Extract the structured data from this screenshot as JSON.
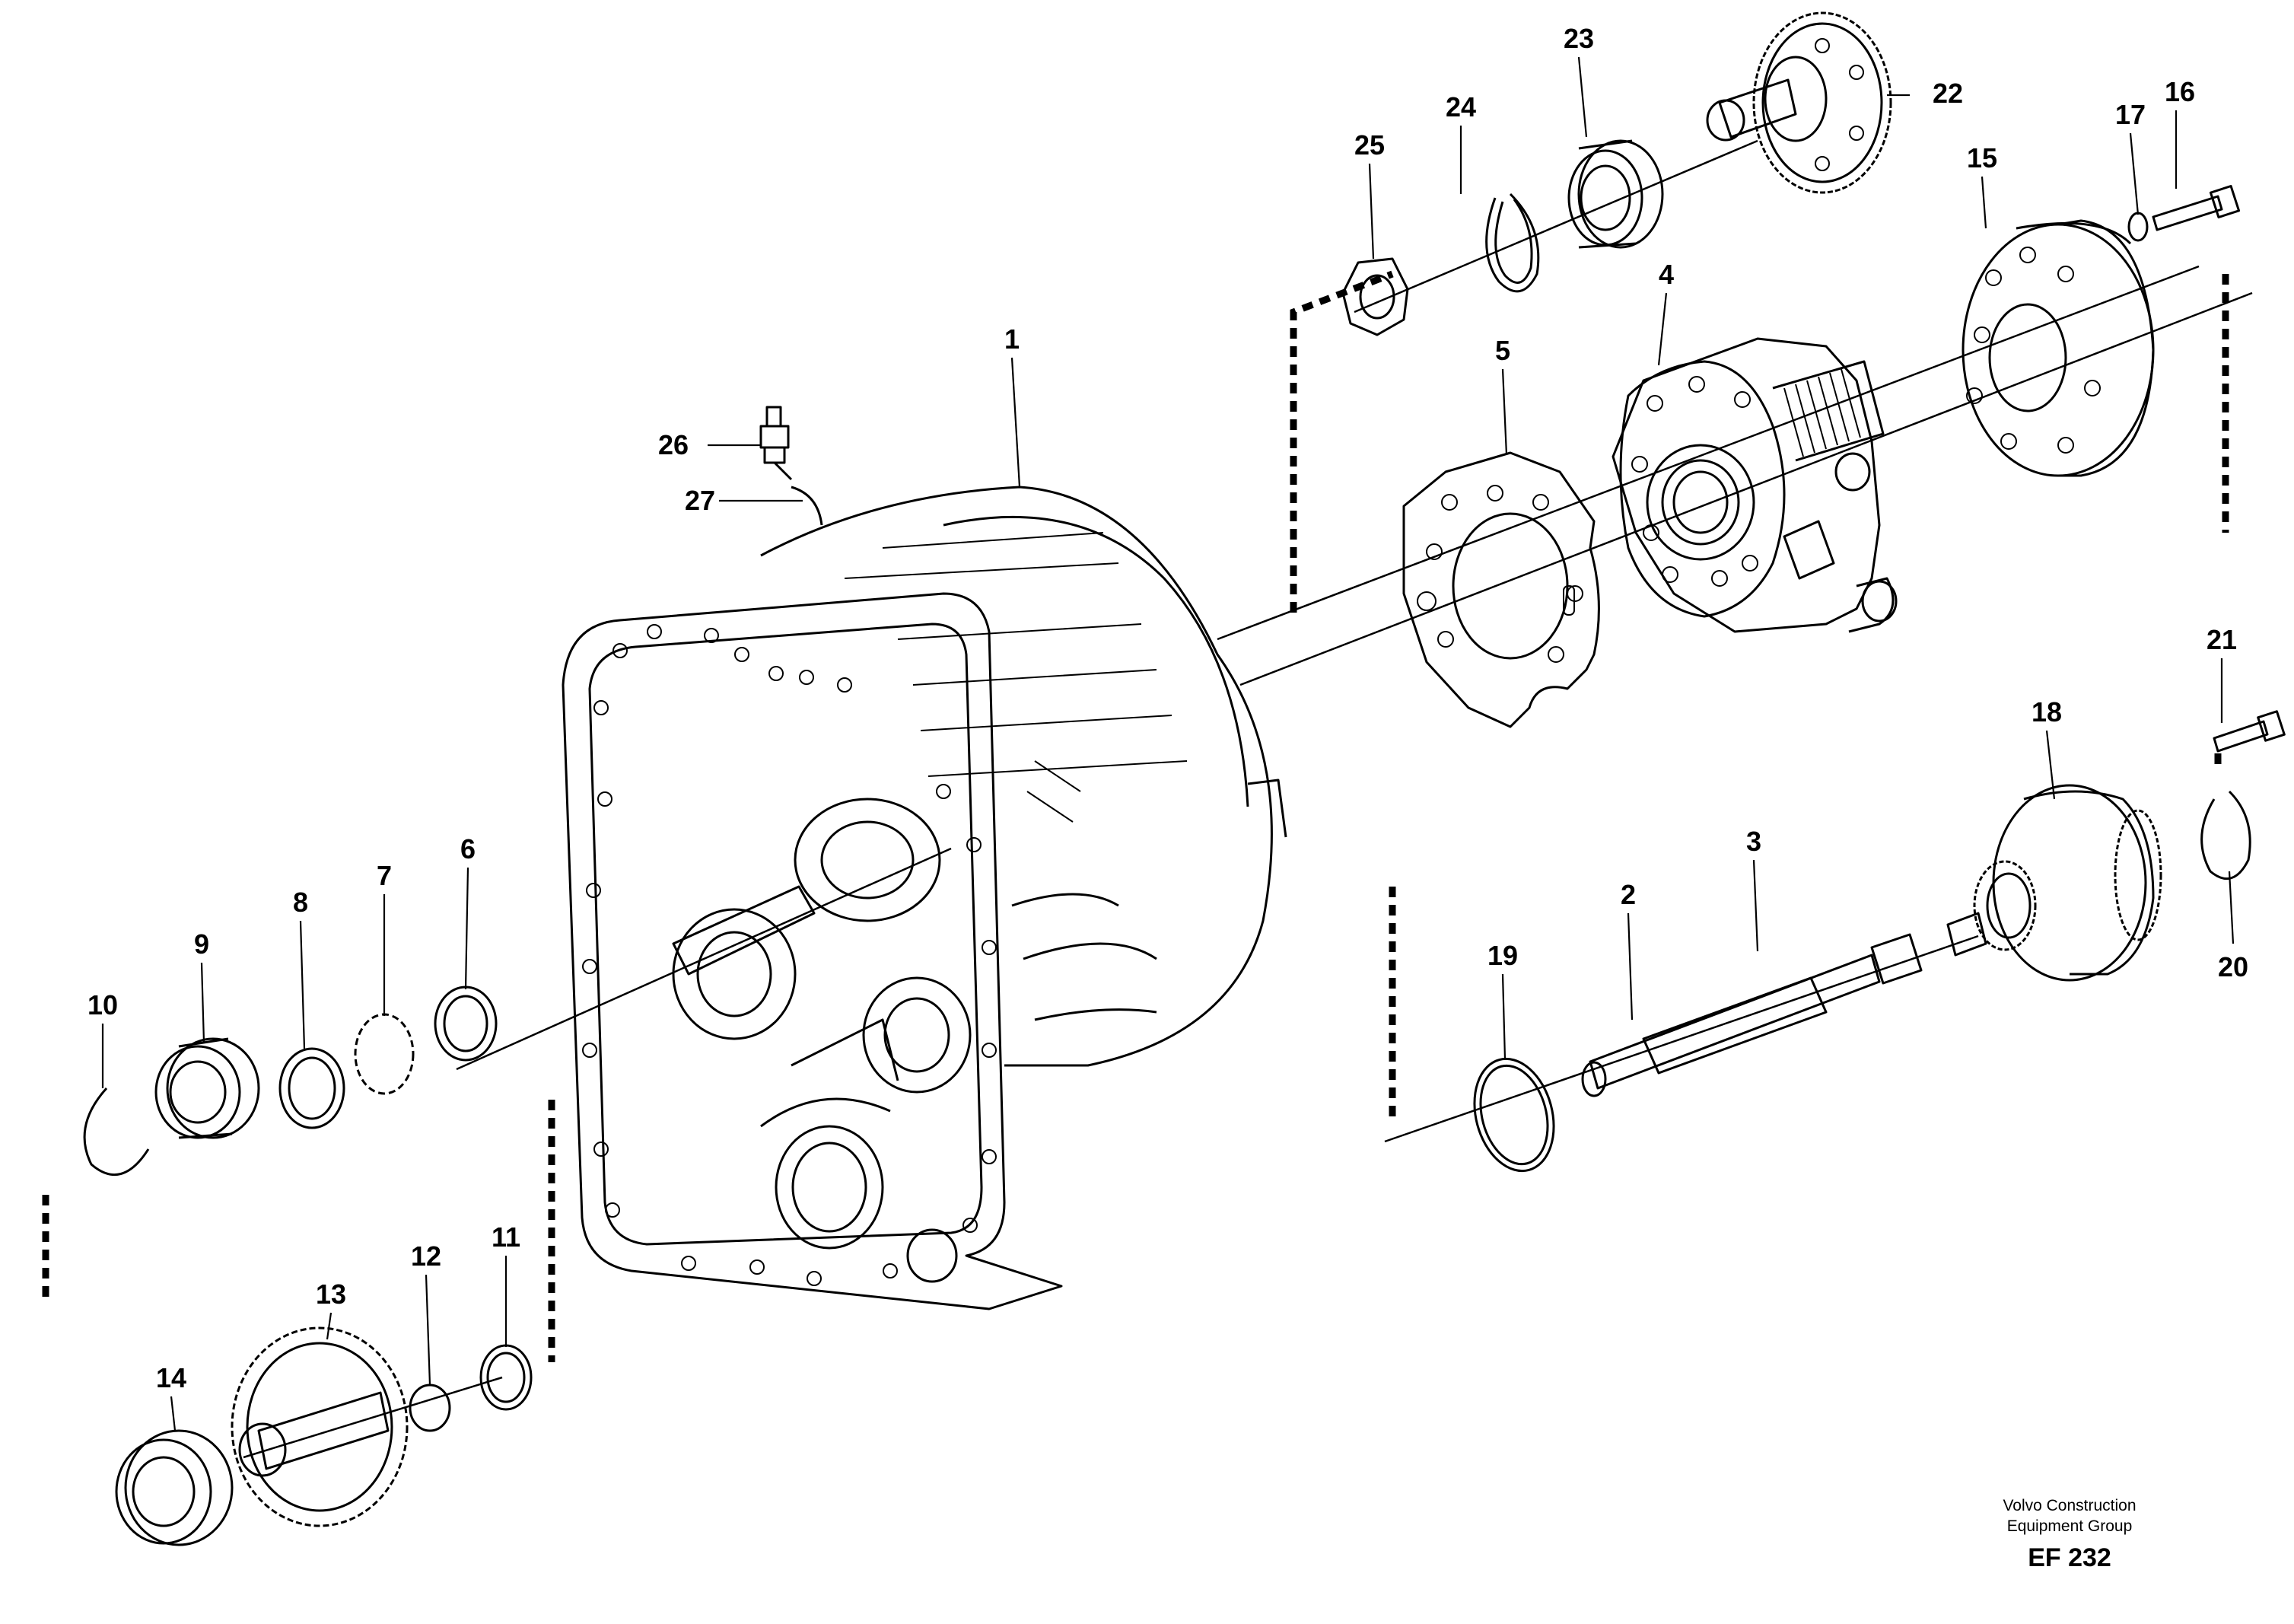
{
  "diagram": {
    "callouts": [
      {
        "id": "1",
        "label": "1"
      },
      {
        "id": "2",
        "label": "2"
      },
      {
        "id": "3",
        "label": "3"
      },
      {
        "id": "4",
        "label": "4"
      },
      {
        "id": "5",
        "label": "5"
      },
      {
        "id": "6",
        "label": "6"
      },
      {
        "id": "7",
        "label": "7"
      },
      {
        "id": "8",
        "label": "8"
      },
      {
        "id": "9",
        "label": "9"
      },
      {
        "id": "10",
        "label": "10"
      },
      {
        "id": "11",
        "label": "11"
      },
      {
        "id": "12",
        "label": "12"
      },
      {
        "id": "13",
        "label": "13"
      },
      {
        "id": "14",
        "label": "14"
      },
      {
        "id": "15",
        "label": "15"
      },
      {
        "id": "16",
        "label": "16"
      },
      {
        "id": "17",
        "label": "17"
      },
      {
        "id": "18",
        "label": "18"
      },
      {
        "id": "19",
        "label": "19"
      },
      {
        "id": "20",
        "label": "20"
      },
      {
        "id": "21",
        "label": "21"
      },
      {
        "id": "22",
        "label": "22"
      },
      {
        "id": "23",
        "label": "23"
      },
      {
        "id": "24",
        "label": "24"
      },
      {
        "id": "25",
        "label": "25"
      },
      {
        "id": "26",
        "label": "26"
      },
      {
        "id": "27",
        "label": "27"
      }
    ]
  },
  "credit": {
    "line1": "Volvo Construction",
    "line2": "Equipment Group",
    "code": "EF 232"
  }
}
